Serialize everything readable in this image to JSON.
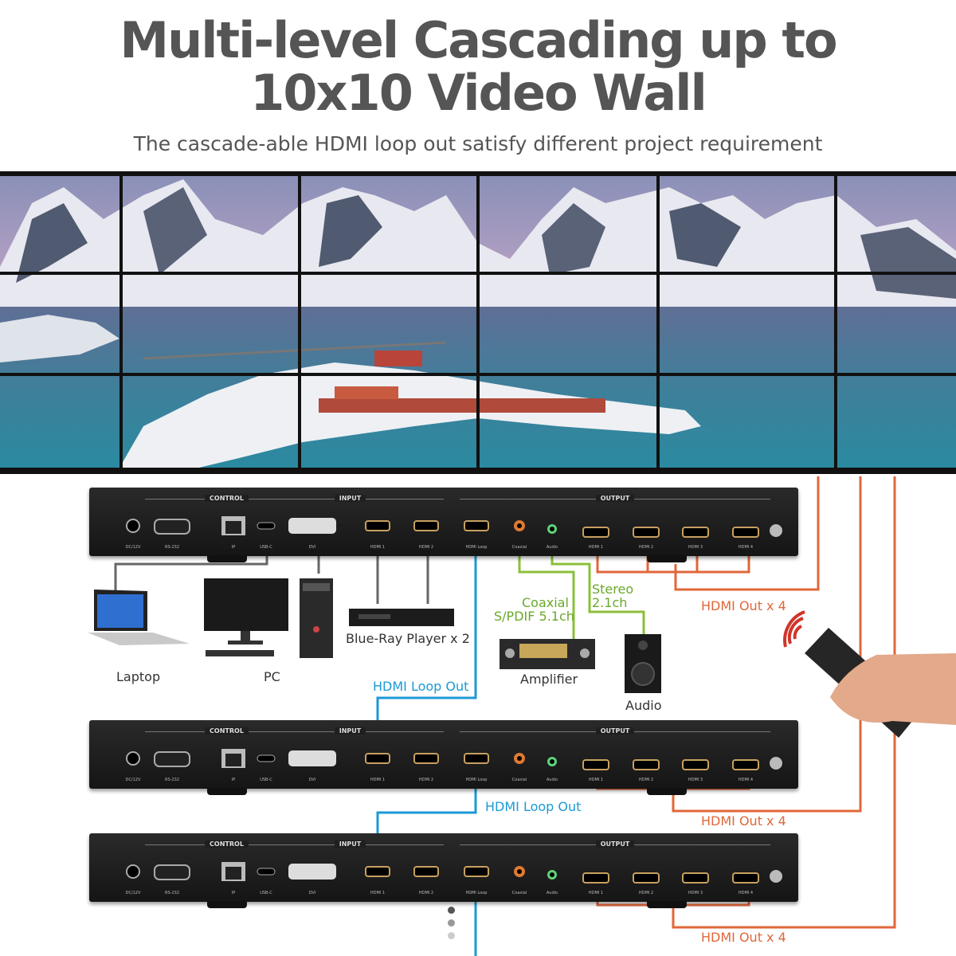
{
  "header": {
    "title_line1": "Multi-level Cascading up to",
    "title_line2": "10x10 Video Wall",
    "subtitle": "The cascade-able HDMI loop out satisfy different project requirement"
  },
  "device": {
    "section_control": "CONTROL",
    "section_input": "INPUT",
    "section_output": "OUTPUT",
    "port_labels": [
      "DC/12V",
      "RS-232",
      "IP",
      "USB-C",
      "DVI",
      "HDMI 1",
      "HDMI 2",
      "HDMI Loop",
      "Coaxial",
      "Audio",
      "HDMI 1",
      "HDMI 2",
      "HDMI 3",
      "HDMI 4"
    ]
  },
  "labels": {
    "laptop": "Laptop",
    "pc": "PC",
    "bluray": "Blue-Ray Player x 2",
    "coaxial": "Coaxial",
    "spdif": "S/PDIF 5.1ch",
    "stereo": "Stereo",
    "stereo_ch": "2.1ch",
    "amplifier": "Amplifier",
    "audio": "Audio",
    "hdmi_out_1": "HDMI Out x 4",
    "hdmi_out_2": "HDMI Out x 4",
    "hdmi_out_3": "HDMI Out x 4",
    "hdmi_loop_1": "HDMI Loop Out",
    "hdmi_loop_2": "HDMI Loop Out"
  },
  "colors": {
    "orange": "#e0673a",
    "blue": "#1b9ad6",
    "green": "#6aa82b",
    "title": "#555555"
  },
  "icons": [
    "laptop-icon",
    "monitor-icon",
    "pc-tower-icon",
    "bluray-player-icon",
    "amplifier-icon",
    "speaker-icon",
    "remote-control-icon",
    "hand-icon"
  ]
}
